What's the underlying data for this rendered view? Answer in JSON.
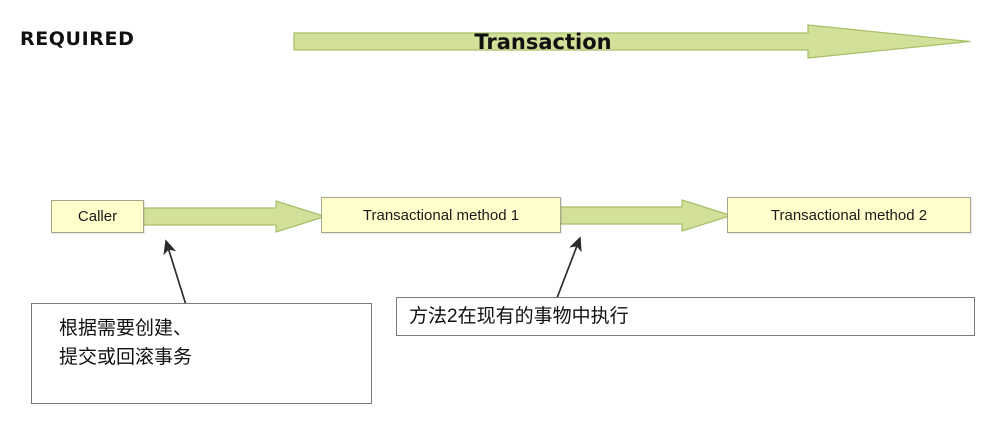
{
  "diagram": {
    "propagation_label": "REQUIRED",
    "banner_label": "Transaction",
    "colors": {
      "arrow_fill": "#D2E099",
      "arrow_stroke": "#A8C06A",
      "node_fill": "#FFFFCC",
      "node_stroke": "#A6A68C",
      "callout_stroke": "#7A7A7A",
      "text": "#111111",
      "pointer_stroke": "#3A3A3A"
    },
    "nodes": [
      {
        "id": "caller",
        "label": "Caller"
      },
      {
        "id": "method1",
        "label": "Transactional method 1"
      },
      {
        "id": "method2",
        "label": "Transactional method 2"
      }
    ],
    "flow_arrows": [
      {
        "id": "arrow-caller-to-method1",
        "from": "caller",
        "to": "method1"
      },
      {
        "id": "arrow-method1-to-method2",
        "from": "method1",
        "to": "method2"
      }
    ],
    "banner_arrow": {
      "id": "transaction-scope-arrow",
      "direction": "right"
    },
    "callouts": [
      {
        "id": "callout-left",
        "target": "arrow-caller-to-method1",
        "lines": [
          "根据需要创建、",
          "提交或回滚事务"
        ]
      },
      {
        "id": "callout-right",
        "target": "arrow-method1-to-method2",
        "lines": [
          "方法2在现有的事物中执行"
        ]
      }
    ]
  }
}
